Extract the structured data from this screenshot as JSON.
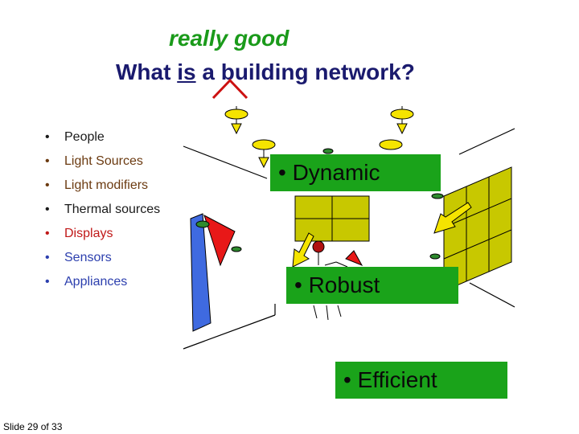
{
  "title": {
    "edit_note": "really good",
    "before": "What ",
    "underlined": "is",
    "after": " a building network?"
  },
  "bullets": [
    {
      "text": "People",
      "color": "#1a1a1a"
    },
    {
      "text": "Light Sources",
      "color": "#6b3a10"
    },
    {
      "text": "Light modifiers",
      "color": "#6b3a10"
    },
    {
      "text": "Thermal sources",
      "color": "#1a1a1a"
    },
    {
      "text": "Displays",
      "color": "#c01818"
    },
    {
      "text": "Sensors",
      "color": "#2c3fae"
    },
    {
      "text": "Appliances",
      "color": "#2c3fae"
    }
  ],
  "bullet_symbol": "•",
  "properties": [
    "• Dynamic",
    "• Robust",
    "• Efficient"
  ],
  "slide_counter": "Slide 29 of 33",
  "colors": {
    "highlight_box": "#1aa31a",
    "title": "#1a1a6e",
    "edit_note": "#1a9a1a",
    "caret": "#cc1111",
    "lamp": "#f5e400",
    "window_panel": "#c8c800",
    "display_panel": "#3f6ae0",
    "display_red": "#e81818",
    "sensor": "#2e8a2e"
  }
}
